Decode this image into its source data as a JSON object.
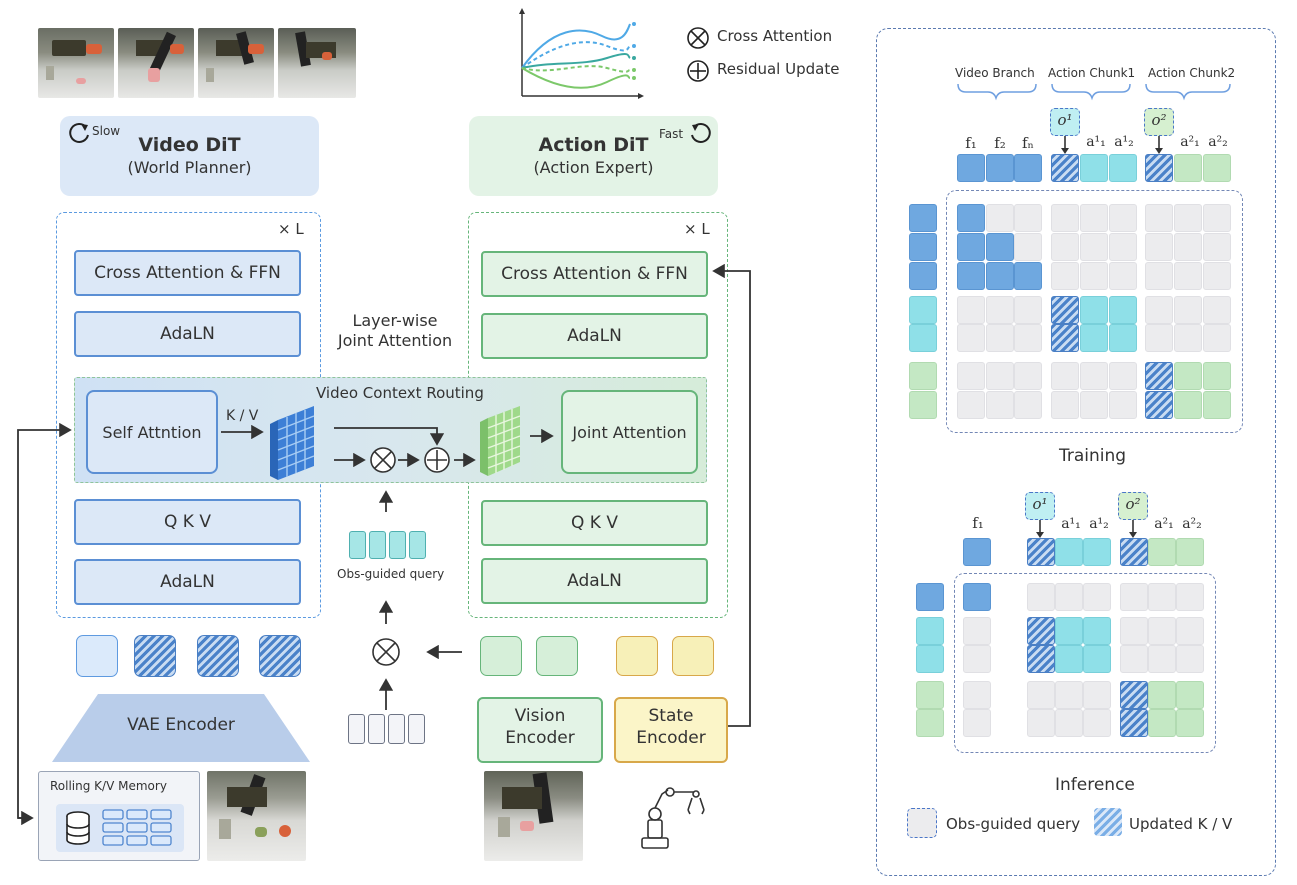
{
  "legend_top": {
    "cross_attention": "Cross Attention",
    "residual_update": "Residual Update"
  },
  "video_dit": {
    "title": "Video DiT",
    "subtitle": "(World Planner)",
    "speed_label": "Slow",
    "repeat": "× L",
    "layers": [
      "Cross Attention & FFN",
      "AdaLN",
      "Q K V",
      "AdaLN"
    ],
    "self_attention": "Self Attntion",
    "kv_label": "K / V"
  },
  "action_dit": {
    "title": "Action DiT",
    "subtitle": "(Action Expert)",
    "speed_label": "Fast",
    "repeat": "× L",
    "layers": [
      "Cross Attention & FFN",
      "AdaLN",
      "Q K V",
      "AdaLN"
    ],
    "joint_attention": "Joint Attention"
  },
  "middle": {
    "layer_wise": "Layer-wise",
    "joint_attention": "Joint Attention",
    "routing": "Video Context Routing",
    "obs_query": "Obs-guided query"
  },
  "encoders": {
    "vae": "VAE Encoder",
    "vision_line1": "Vision",
    "vision_line2": "Encoder",
    "state_line1": "State",
    "state_line2": "Encoder",
    "memory": "Rolling K/V Memory"
  },
  "right_panel": {
    "headers": [
      "Video Branch",
      "Action Chunk1",
      "Action Chunk2"
    ],
    "training_tokens": [
      "f₁",
      "f₂",
      "fₙ",
      "a¹₁",
      "a¹₂",
      "a²₁",
      "a²₂"
    ],
    "query_tokens": [
      "o¹",
      "o²"
    ],
    "training_label": "Training",
    "inference_tokens": [
      "f₁",
      "a¹₁",
      "a¹₂",
      "a²₁",
      "a²₂"
    ],
    "inference_label": "Inference",
    "legend_query": "Obs-guided query",
    "legend_updated": "Updated K / V"
  },
  "colors": {
    "video_blue": "#5b8fd4",
    "action_green": "#66b57a",
    "state_yellow": "#f7f0b8",
    "cyan": "#8fe0e8"
  }
}
